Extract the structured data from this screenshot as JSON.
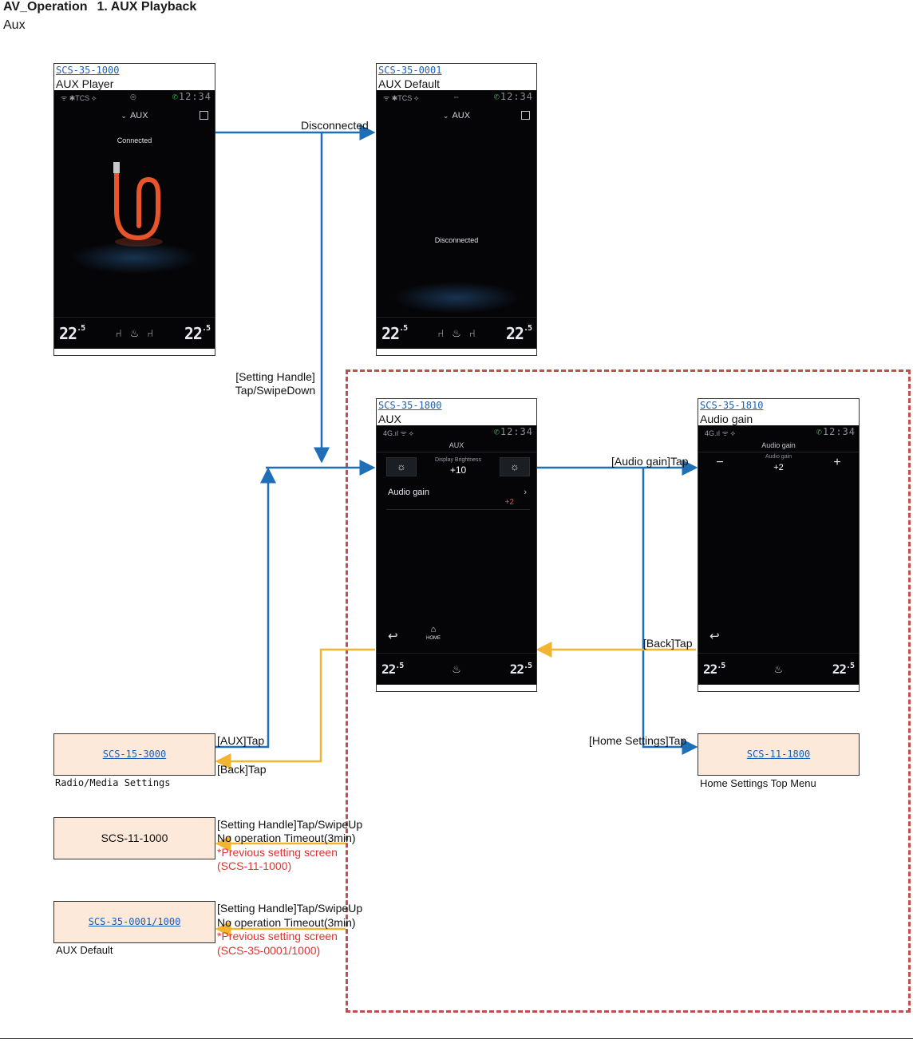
{
  "header": {
    "part1": "AV_Operation",
    "part2": "1. AUX Playback",
    "subtitle": "Aux"
  },
  "screens": {
    "aux_player": {
      "id": "SCS-35-1000",
      "name": "AUX Player",
      "status": {
        "left": "ᯤ  ✱TCS   ⟡",
        "center": "◎",
        "phone": "✆",
        "time": "12:34"
      },
      "title": "AUX",
      "message": "Connected",
      "temp_left": "22",
      "temp_right": "22",
      "temp_decimal": ".5"
    },
    "aux_default": {
      "id": "SCS-35-0001",
      "name": "AUX Default",
      "status": {
        "left": "ᯤ  ✱TCS   ⟡",
        "center": "⇔",
        "phone": "✆",
        "time": "12:34"
      },
      "title": "AUX",
      "message": "Disconnected",
      "temp_left": "22",
      "temp_right": "22",
      "temp_decimal": ".5"
    },
    "aux_settings": {
      "id": "SCS-35-1800",
      "name": "AUX",
      "status": {
        "left": "4G.ıl ᯤ ⟡",
        "phone": "✆",
        "time": "12:34"
      },
      "header": "AUX",
      "brightness_label": "Display Brightness",
      "brightness_value": "+10",
      "gain_label": "Audio gain",
      "gain_value": "+2",
      "home_label": "HOME",
      "temp_left": "22",
      "temp_right": "22",
      "temp_decimal": ".5"
    },
    "audio_gain": {
      "id": "SCS-35-1810",
      "name": "Audio gain",
      "status": {
        "left": "4G.ıl ᯤ ⟡",
        "phone": "✆",
        "time": "12:34"
      },
      "header": "Audio gain",
      "gain_label": "Audio gain",
      "gain_value": "+2",
      "minus": "−",
      "plus": "+",
      "temp_left": "22",
      "temp_right": "22",
      "temp_decimal": ".5"
    }
  },
  "refs": {
    "radio_media": {
      "id": "SCS-15-3000",
      "caption": "Radio/Media Settings"
    },
    "home_settings": {
      "id": "SCS-11-1800",
      "caption": "Home Settings Top Menu"
    },
    "scs_11_1000": {
      "id": "SCS-11-1000"
    },
    "aux_default_ref": {
      "id": "SCS-35-0001/1000",
      "caption": "AUX Default"
    }
  },
  "labels": {
    "disconnected": "Disconnected",
    "setting_handle_down_1": "[Setting Handle]",
    "setting_handle_down_2": "Tap/SwipeDown",
    "audio_gain_tap": "[Audio gain]Tap",
    "back_tap_right": "[Back]Tap",
    "home_settings_tap": "[Home Settings]Tap",
    "aux_tap": "[AUX]Tap",
    "back_tap_left": "[Back]Tap",
    "swipeup_1": "[Setting Handle]Tap/SwipeUp",
    "timeout_1": "No operation Timeout(3min)",
    "prev_1": "*Previous setting screen",
    "prev_1_id": "(SCS-11-1000)",
    "swipeup_2": "[Setting Handle]Tap/SwipeUp",
    "timeout_2": "No operation Timeout(3min)",
    "prev_2": "*Previous setting screen",
    "prev_2_id": "(SCS-35-0001/1000)"
  },
  "icons": {
    "seat": "⑁",
    "defrost_front": "♨",
    "defrost_rear": "▭",
    "back": "↩",
    "home": "⌂",
    "brightness": "☼",
    "chevron": "›"
  },
  "colors": {
    "blue_flow": "#1f6fb8",
    "yellow_flow": "#f2b531",
    "dashed_region": "#c0504d",
    "ref_fill": "#fde9d9",
    "link": "#1a5fb4"
  }
}
